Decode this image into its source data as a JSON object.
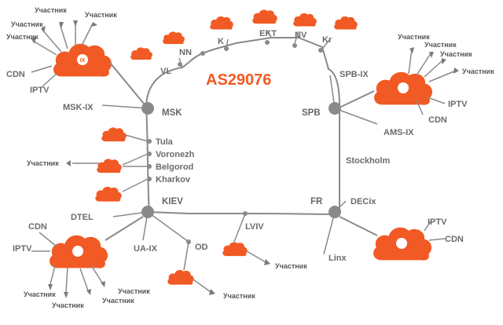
{
  "title": "AS29076",
  "colors": {
    "accent": "#f15a24",
    "line": "#8a8a8a",
    "text": "#6b6b6b"
  },
  "hubs": {
    "msk": "MSK",
    "spb": "SPB",
    "kiev": "KIEV",
    "fr": "FR"
  },
  "top_nodes": {
    "vl": "VL",
    "nn": "NN",
    "k": "K",
    "ekt": "EKT",
    "nv": "NV",
    "kr": "Kr"
  },
  "left_cities": {
    "tula": "Tula",
    "voronezh": "Voronezh",
    "belgorod": "Belgorod",
    "kharkov": "Kharkov"
  },
  "right_nodes": {
    "stockholm": "Stockholm",
    "spb_ix": "SPB-IX",
    "ams_ix": "AMS-IX",
    "decix": "DECix",
    "linx": "Linx"
  },
  "msk_ix": "MSK-IX",
  "cdn": "CDN",
  "iptv": "IPTV",
  "member": "Участник",
  "ix_badge": "IX",
  "bottom": {
    "dtel": "DTEL",
    "ua_ix": "UA-IX",
    "od": "OD",
    "lviv": "LVIV"
  }
}
